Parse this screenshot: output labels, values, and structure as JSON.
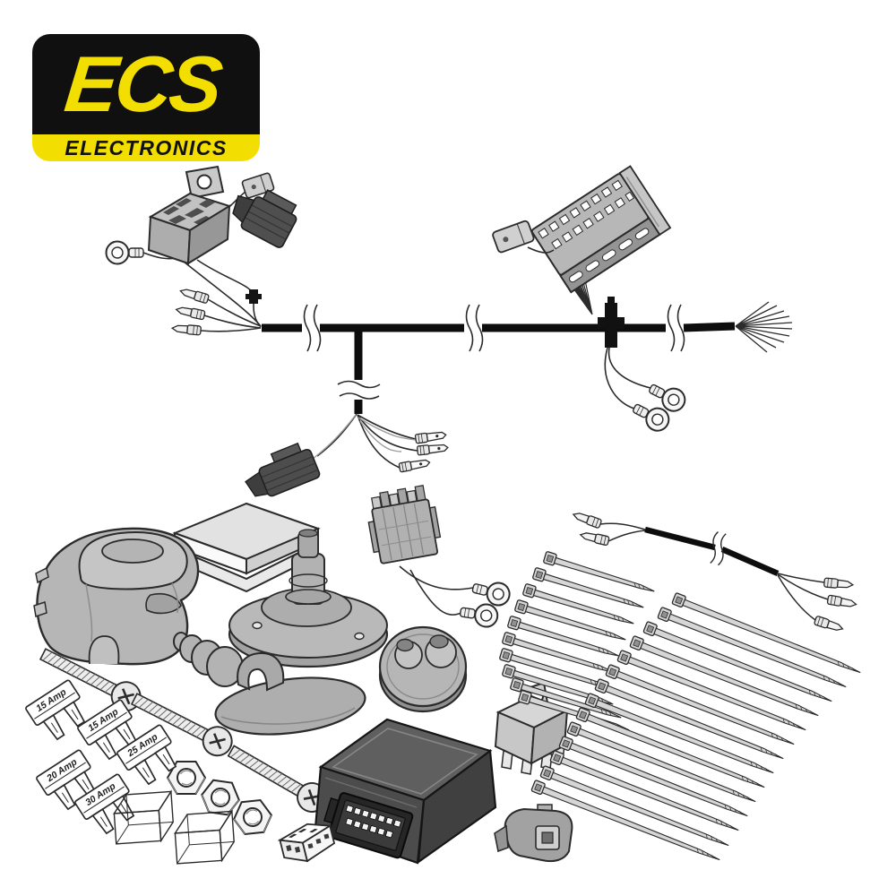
{
  "logo": {
    "brand": "ECS",
    "subtitle": "ELECTRONICS",
    "yellow": "#F2DE00",
    "black": "#101010"
  },
  "fuses": {
    "labels": [
      "15 Amp",
      "15 Amp",
      "20 Amp",
      "25 Amp",
      "30 Amp"
    ]
  },
  "kit": {
    "components": [
      "main-wiring-harness",
      "pre-wired-relay",
      "ring-terminals",
      "bullet-terminals",
      "spade-terminals",
      "vehicle-connector-block",
      "fuse-holder",
      "towbar-socket-housing",
      "gasket-plates",
      "socket-mounting-grommet",
      "conical-rubber-grommet",
      "twin-hole-grommet",
      "bolts",
      "hex-nuts",
      "blade-fuses",
      "fuse-covers",
      "control-module",
      "three-pin-plug",
      "relay",
      "connector-housing",
      "cable-ties-short",
      "cable-ties-long",
      "auxiliary-power-cable"
    ],
    "counts": {
      "bolts": 3,
      "hex_nuts": 3,
      "blade_fuses": 5,
      "fuse_covers": 2,
      "cable_ties_short": 10,
      "cable_ties_long": 14
    },
    "line_color": "#0d0d0d",
    "part_gray": "#b5b5b5"
  }
}
